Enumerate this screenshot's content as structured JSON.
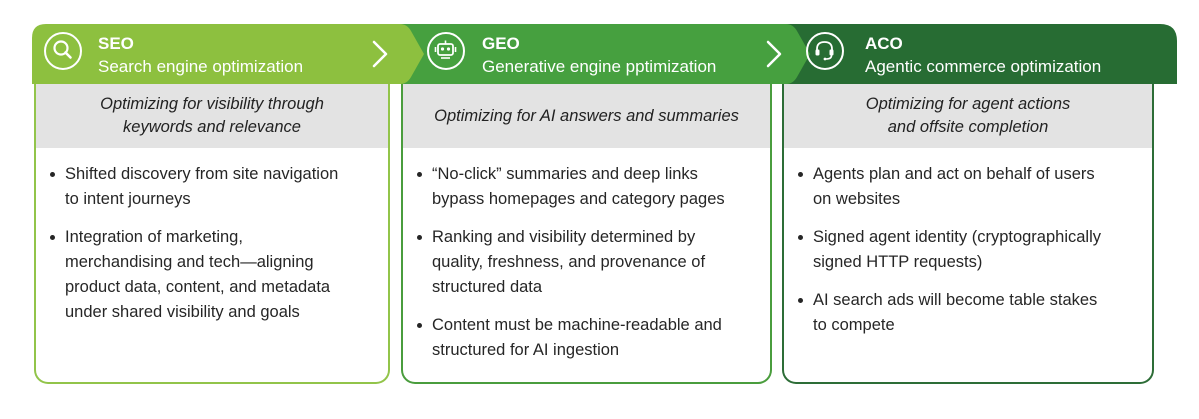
{
  "colors": {
    "seo": "#8dc03f",
    "geo": "#46a03f",
    "aco": "#276c33",
    "header_bg": "#e3e3e3"
  },
  "columns": [
    {
      "abbr": "SEO",
      "name": "Search engine optimization",
      "icon": "magnifier-icon",
      "header": [
        "Optimizing for visibility through",
        "keywords and relevance"
      ],
      "bullets": [
        [
          "Shifted discovery from site navigation",
          "to intent journeys"
        ],
        [
          "Integration of marketing,",
          "merchandising and tech—aligning",
          "product data, content, and metadata",
          "under shared visibility and goals"
        ]
      ]
    },
    {
      "abbr": "GEO",
      "name": "Generative engine pptimization",
      "icon": "robot-icon",
      "header": [
        "Optimizing for AI answers and summaries"
      ],
      "bullets": [
        [
          "“No-click” summaries and deep links",
          "bypass homepages and category pages"
        ],
        [
          "Ranking and visibility determined by",
          "quality, freshness, and provenance of",
          "structured data"
        ],
        [
          "Content must be machine-readable and",
          "structured for AI ingestion"
        ]
      ]
    },
    {
      "abbr": "ACO",
      "name": "Agentic commerce optimization",
      "icon": "headset-icon",
      "header": [
        "Optimizing for agent actions",
        "and offsite completion"
      ],
      "bullets": [
        [
          "Agents plan and act on behalf of users",
          "on websites"
        ],
        [
          "Signed agent identity (cryptographically",
          "signed HTTP requests)"
        ],
        [
          "AI search ads will become table stakes",
          "to compete"
        ]
      ]
    }
  ]
}
